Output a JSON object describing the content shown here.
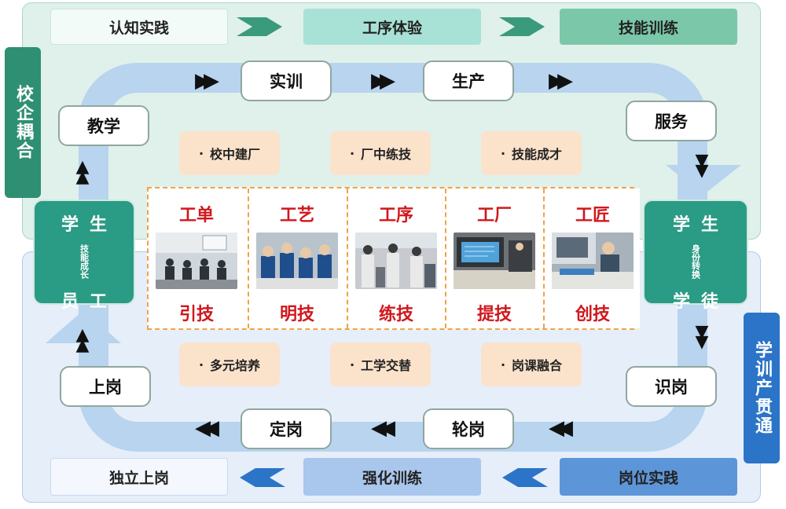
{
  "side_labels": {
    "left": "校企耦合",
    "right": "学训产贯通"
  },
  "top_stages": [
    "认知实践",
    "工序体验",
    "技能训练"
  ],
  "bottom_stages": [
    "独立上岗",
    "强化训练",
    "岗位实践"
  ],
  "loop_nodes": {
    "teaching": "教学",
    "training": "实训",
    "production": "生产",
    "service": "服务",
    "know_post": "识岗",
    "rotate_post": "轮岗",
    "fix_post": "定岗",
    "on_post": "上岗"
  },
  "roles": {
    "left": {
      "top": "学生",
      "middle": "技能成长",
      "bottom": "员工"
    },
    "right": {
      "top": "学生",
      "middle": "身份转换",
      "bottom": "学徒"
    }
  },
  "top_tags": [
    "校中建厂",
    "厂中练技",
    "技能成才"
  ],
  "bottom_tags": [
    "多元培养",
    "工学交替",
    "岗课融合"
  ],
  "columns": [
    {
      "top": "工单",
      "bottom": "引技",
      "photo_icon": "classroom-photo"
    },
    {
      "top": "工艺",
      "bottom": "明技",
      "photo_icon": "workshop-group-photo"
    },
    {
      "top": "工序",
      "bottom": "练技",
      "photo_icon": "lab-training-photo"
    },
    {
      "top": "工厂",
      "bottom": "提技",
      "photo_icon": "printing-press-photo"
    },
    {
      "top": "工匠",
      "bottom": "创技",
      "photo_icon": "craftsman-photo"
    }
  ],
  "tag_bullet": "·",
  "colors": {
    "top_zone": "#dff1ea",
    "bottom_zone": "#e6eef9",
    "ring": "#b8d4ee",
    "role_box": "#2a9b84",
    "accent_red": "#d0171c",
    "tag_bg": "#fbe2cb",
    "dash": "#f0a24a"
  }
}
